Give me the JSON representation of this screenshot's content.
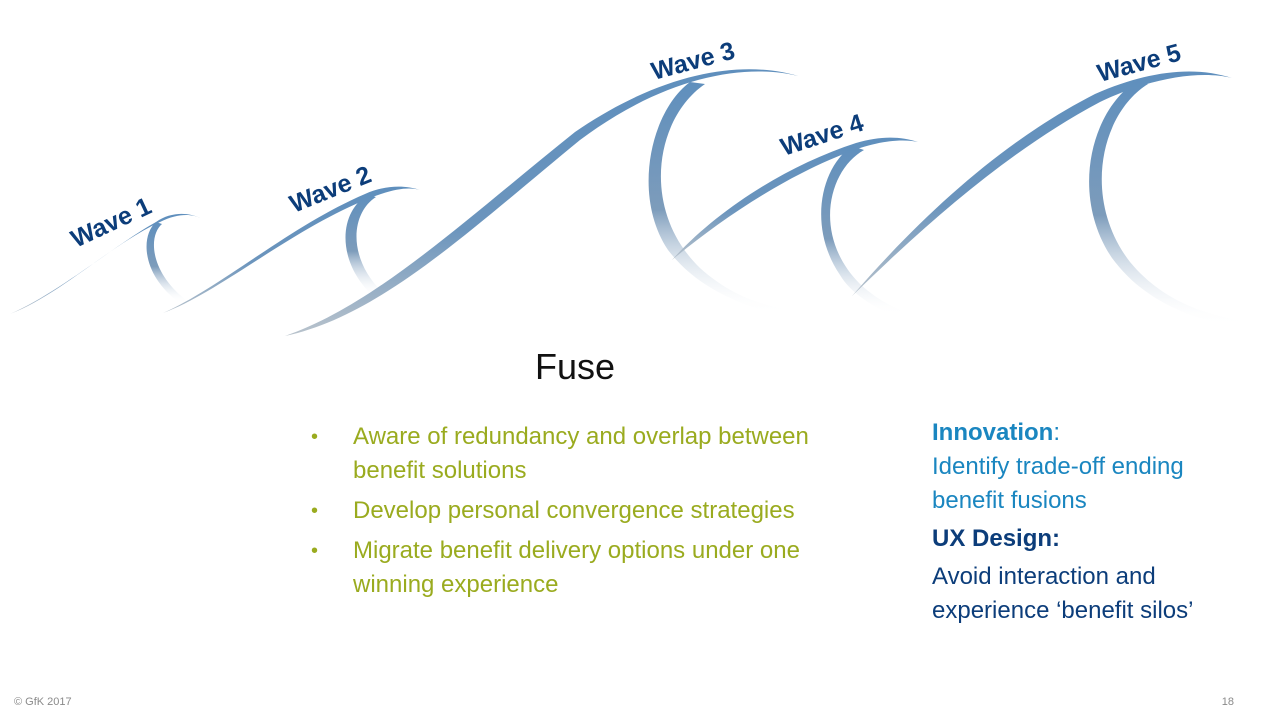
{
  "waves": [
    {
      "label": "Wave 1"
    },
    {
      "label": "Wave 2"
    },
    {
      "label": "Wave 3"
    },
    {
      "label": "Wave 4"
    },
    {
      "label": "Wave 5"
    }
  ],
  "title": "Fuse",
  "bullets": [
    "Aware of redundancy and overlap between benefit solutions",
    "Develop personal convergence strategies",
    "Migrate benefit delivery options under one winning experience"
  ],
  "bullet_glyph": "•",
  "innovation": {
    "heading": "Innovation",
    "colon": ":",
    "text": "Identify trade-off ending benefit fusions"
  },
  "ux_design": {
    "heading": "UX Design:",
    "text": "Avoid interaction and experience ‘benefit silos’"
  },
  "footer": {
    "copyright": "© GfK 2017",
    "page_number": "18"
  },
  "colors": {
    "wave_fill": "#5f8fbd",
    "wave_label": "#0c3d7a",
    "bullets": "#9aab1f",
    "innovation": "#1a86c0",
    "ux_design": "#0c3d7a"
  }
}
